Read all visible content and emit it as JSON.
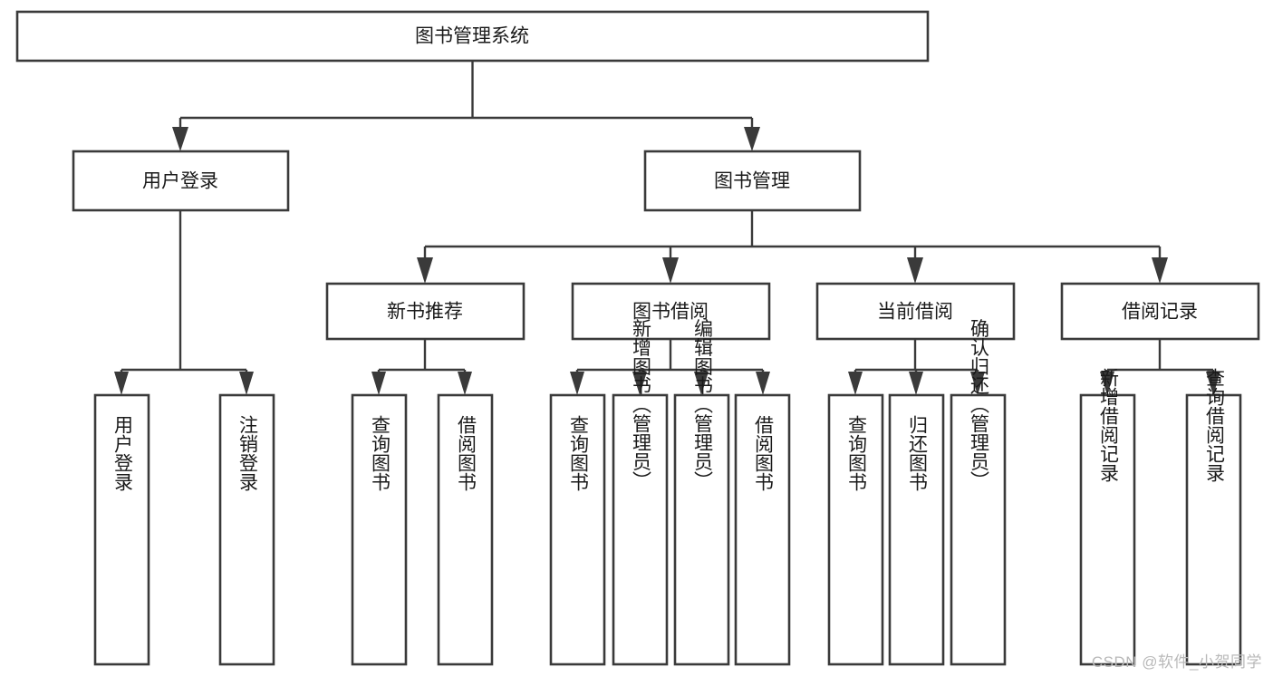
{
  "diagram": {
    "type": "tree",
    "title": "图书管理系统",
    "orientation": "top-down",
    "colors": {
      "box_fill": "#ffffff",
      "box_stroke": "#3a3a3a",
      "connector": "#3a3a3a",
      "text": "#1a1a1a",
      "watermark": "#b9b9b9"
    },
    "root": {
      "label": "图书管理系统"
    },
    "level2": [
      {
        "label": "用户登录"
      },
      {
        "label": "图书管理"
      }
    ],
    "level3": [
      {
        "label": "新书推荐"
      },
      {
        "label": "图书借阅"
      },
      {
        "label": "当前借阅"
      },
      {
        "label": "借阅记录"
      }
    ],
    "leaves": {
      "user_login": [
        {
          "label": "用户登录"
        },
        {
          "label": "注销登录"
        }
      ],
      "new_book_recommend": [
        {
          "label": "查询图书"
        },
        {
          "label": "借阅图书"
        }
      ],
      "book_borrow": [
        {
          "label": "查询图书"
        },
        {
          "label": "新增图书（管理员）"
        },
        {
          "label": "编辑图书（管理员）"
        },
        {
          "label": "借阅图书"
        }
      ],
      "current_borrow": [
        {
          "label": "查询图书"
        },
        {
          "label": "归还图书"
        },
        {
          "label": "确认归还（管理员）"
        }
      ],
      "borrow_record": [
        {
          "label": "新增借阅记录"
        },
        {
          "label": "查询借阅记录"
        }
      ]
    }
  },
  "watermark": {
    "text": "CSDN @软件_小贺同学"
  }
}
